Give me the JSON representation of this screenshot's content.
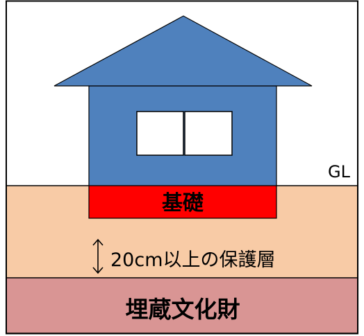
{
  "labels": {
    "ground_level": "GL",
    "foundation": "基礎",
    "protective_layer": "20cm以上の保護層",
    "buried_heritage": "埋蔵文化財"
  },
  "colors": {
    "sky": "#ffffff",
    "soil": "#f8cba6",
    "heritage_layer": "#d99594",
    "house": "#4f81bd",
    "foundation": "#ff0000",
    "window": "#ffffff",
    "outline": "#000000"
  },
  "icons": {
    "dimension_marker": "double-headed-vertical-arrow-icon"
  }
}
